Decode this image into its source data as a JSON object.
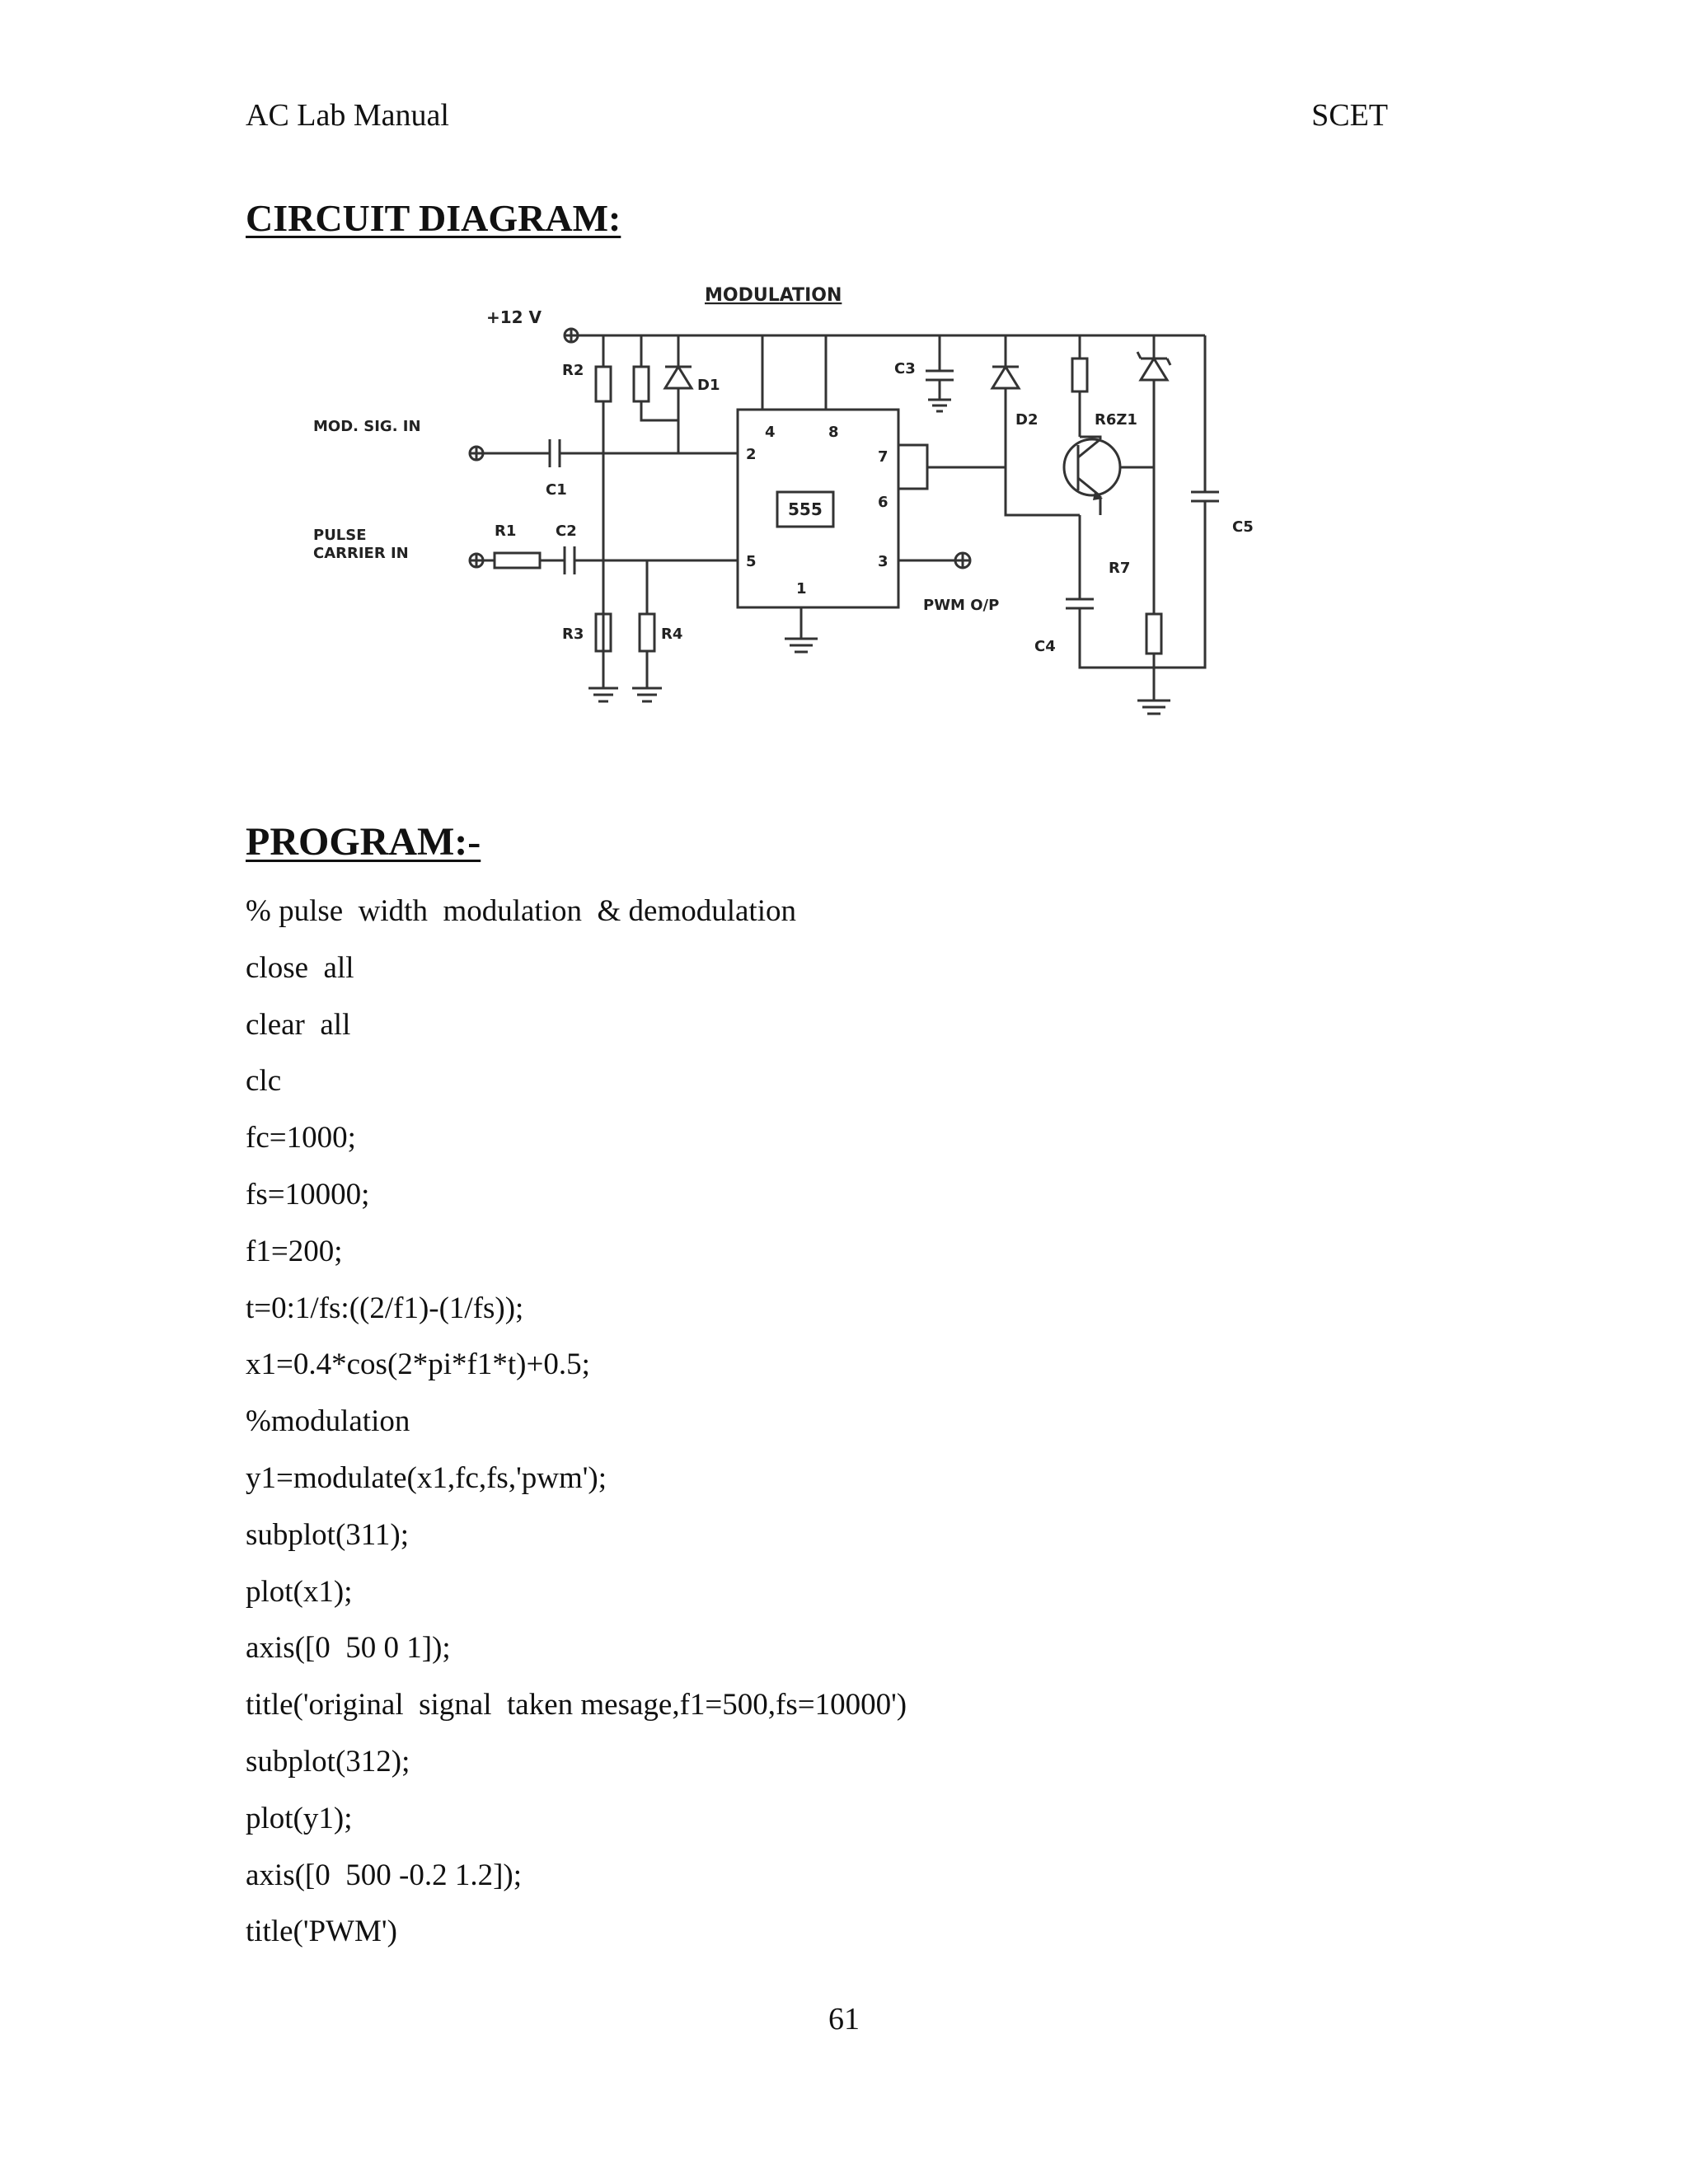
{
  "header": {
    "left": "AC Lab Manual",
    "right": "SCET"
  },
  "sections": {
    "circuit_title": "CIRCUIT DIAGRAM:",
    "program_title": "PROGRAM:-"
  },
  "diagram": {
    "title": "MODULATION",
    "labels": {
      "vcc": "+12 V",
      "mod_in": "MOD. SIG. IN",
      "pulse_in_1": "PULSE",
      "pulse_in_2": "CARRIER IN",
      "r1": "R1",
      "r2": "R2",
      "r3": "R3",
      "r4": "R4",
      "r6z1": "R6Z1",
      "r7": "R7",
      "c1": "C1",
      "c2": "C2",
      "c3": "C3",
      "c4": "C4",
      "c5": "C5",
      "d1": "D1",
      "d2": "D2",
      "ic": "555",
      "pin1": "1",
      "pin2": "2",
      "pin3": "3",
      "pin4": "4",
      "pin5": "5",
      "pin6": "6",
      "pin7": "7",
      "pin8": "8",
      "pwm_out": "PWM O/P"
    }
  },
  "program": [
    "% pulse  width  modulation  & demodulation",
    "close  all",
    "clear  all",
    "clc",
    "fc=1000;",
    "fs=10000;",
    "f1=200;",
    "t=0:1/fs:((2/f1)-(1/fs));",
    "x1=0.4*cos(2*pi*f1*t)+0.5;",
    "%modulation",
    "y1=modulate(x1,fc,fs,'pwm');",
    "subplot(311);",
    "plot(x1);",
    "axis([0  50 0 1]);",
    "title('original  signal  taken mesage,f1=500,fs=10000')",
    "subplot(312);",
    "plot(y1);",
    "axis([0  500 -0.2 1.2]);",
    "title('PWM')"
  ],
  "footer": {
    "page_number": "61"
  }
}
